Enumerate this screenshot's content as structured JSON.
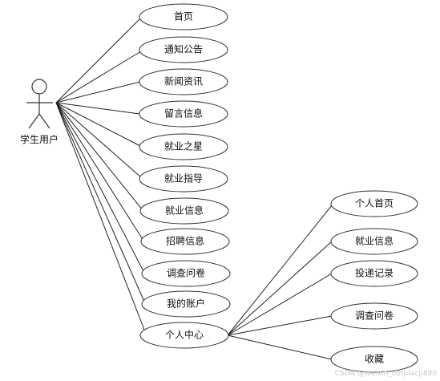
{
  "actor": {
    "label": "学生用户"
  },
  "use_cases": [
    {
      "id": "home",
      "label": "首页"
    },
    {
      "id": "notice",
      "label": "通知公告"
    },
    {
      "id": "news",
      "label": "新闻资讯"
    },
    {
      "id": "message",
      "label": "留言信息"
    },
    {
      "id": "star",
      "label": "就业之星"
    },
    {
      "id": "guidance",
      "label": "就业指导"
    },
    {
      "id": "employment",
      "label": "就业信息"
    },
    {
      "id": "recruit",
      "label": "招聘信息"
    },
    {
      "id": "survey",
      "label": "调查问卷"
    },
    {
      "id": "account",
      "label": "我的账户"
    },
    {
      "id": "center",
      "label": "个人中心"
    }
  ],
  "sub_use_cases": [
    {
      "id": "personal-home",
      "label": "个人首页"
    },
    {
      "id": "sub-employment",
      "label": "就业信息"
    },
    {
      "id": "delivery",
      "label": "投递记录"
    },
    {
      "id": "sub-survey",
      "label": "调查问卷"
    },
    {
      "id": "favorites",
      "label": "收藏"
    }
  ],
  "watermark": "CSDN @weixin_dotplacp880"
}
